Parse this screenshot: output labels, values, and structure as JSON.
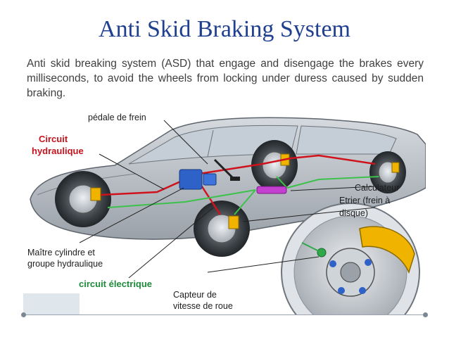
{
  "slide": {
    "title": "Anti Skid Braking System",
    "description": "Anti skid breaking system (ASD) that engage and disengage the brakes every milliseconds, to avoid the wheels from locking under duress caused by sudden braking."
  },
  "diagram": {
    "labels": {
      "pedal": "pédale de frein",
      "hydraulic_circuit_line1": "Circuit",
      "hydraulic_circuit_line2": "hydraulique",
      "computer": "Calculateur",
      "caliper_line1": "Etrier (frein  à",
      "caliper_line2": "disque)",
      "master_cylinder_line1": "Maître cylindre et",
      "master_cylinder_line2": "groupe hydraulique",
      "electric_circuit": "circuit électrique",
      "sensor_line1": "Capteur de",
      "sensor_line2": "vitesse de roue"
    },
    "colors": {
      "hydraulic": "#d0121c",
      "electric": "#3cc24a",
      "hydraulic_unit": "#2f62c8",
      "computer_unit": "#c43fd0",
      "caliper": "#f0b400",
      "car_body": "#b9bfc7"
    }
  }
}
